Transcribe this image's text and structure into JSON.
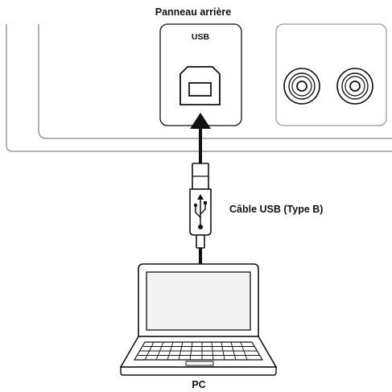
{
  "labels": {
    "rear_panel": "Panneau arrière",
    "usb_port": "USB",
    "cable": "Câble USB (Type B)",
    "computer": "PC"
  },
  "colors": {
    "line": "#111111",
    "panel_outline": "#9a9a9a",
    "screen_fill": "#f2f2f2",
    "background": "#ffffff"
  },
  "icons": {
    "usb_port": "usb-type-b-port-icon",
    "audio_jacks": "rca-jack-icon",
    "cable_plug": "usb-type-b-plug-icon",
    "usb_symbol": "usb-trident-icon",
    "computer": "laptop-icon"
  }
}
